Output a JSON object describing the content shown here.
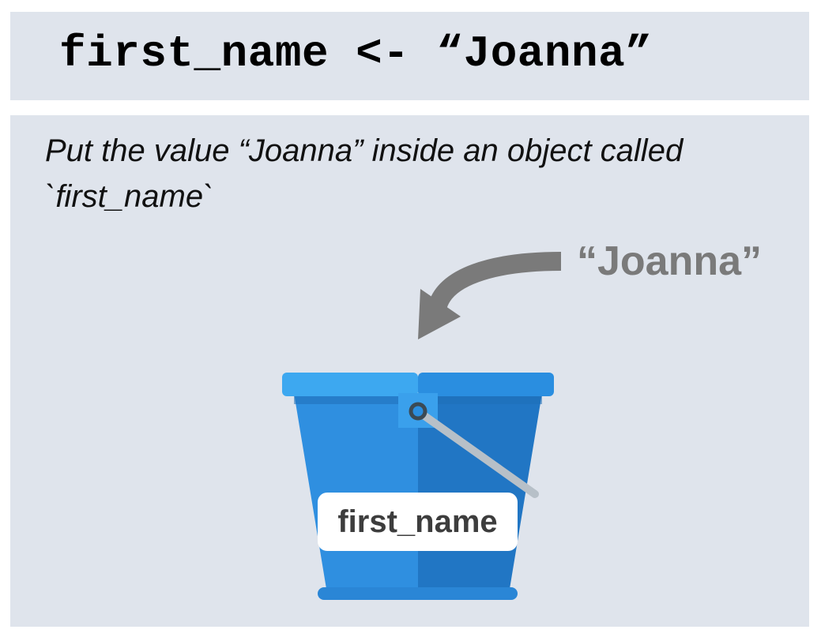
{
  "code": {
    "statement": "first_name <- “Joanna”"
  },
  "explanation": {
    "line1": "Put the value “Joanna” inside an object called",
    "line2": "`first_name`"
  },
  "illustration": {
    "value_label": "“Joanna”",
    "bucket_label": "first_name",
    "arrow_icon": "curved-arrow-icon",
    "bucket_icon": "bucket-icon",
    "colors": {
      "panel_background": "#dfe4ec",
      "arrow": "#7a7a7a",
      "bucket_body_light": "#2f8fe0",
      "bucket_body_dark": "#2176c4",
      "bucket_rim_light": "#3da8f0",
      "bucket_rim_dark": "#2a8ee0",
      "handle": "#b7c0c8"
    }
  }
}
